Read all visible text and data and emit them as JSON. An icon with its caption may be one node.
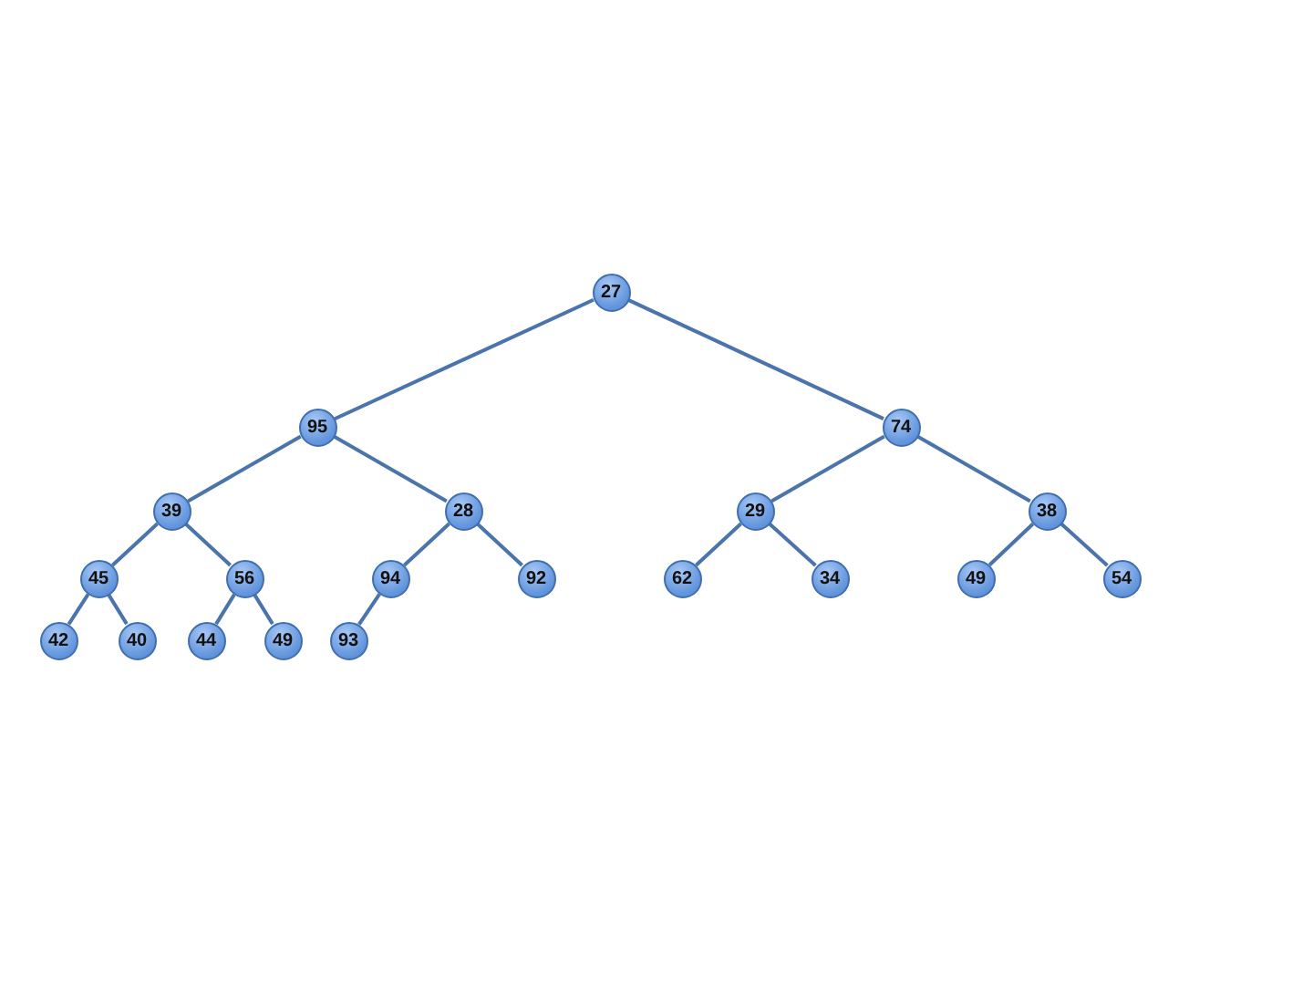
{
  "diagram": {
    "nodes": [
      {
        "text": [
          "27"
        ]
      },
      {
        "text": [
          "95"
        ]
      },
      {
        "text": [
          "74"
        ]
      },
      {
        "text": [
          "39"
        ]
      },
      {
        "text": [
          "28"
        ]
      },
      {
        "text": [
          "29"
        ]
      },
      {
        "text": [
          "38"
        ]
      },
      {
        "text": [
          "45"
        ]
      },
      {
        "text": [
          "56"
        ]
      },
      {
        "text": [
          "94"
        ]
      },
      {
        "text": [
          "92"
        ]
      },
      {
        "text": [
          "62"
        ]
      },
      {
        "text": [
          "34"
        ]
      },
      {
        "text": [
          "49"
        ]
      },
      {
        "text": [
          "54"
        ]
      },
      {
        "text": [
          "42"
        ]
      },
      {
        "text": [
          "40"
        ]
      },
      {
        "text": [
          "44"
        ]
      },
      {
        "text": [
          "49"
        ]
      },
      {
        "text": [
          "93"
        ]
      }
    ],
    "edges": [
      {
        "from": 0,
        "to": 1,
        "arrow": "none"
      },
      {
        "from": 0,
        "to": 2,
        "arrow": "none"
      },
      {
        "from": 1,
        "to": 3,
        "arrow": "none"
      },
      {
        "from": 1,
        "to": 4,
        "arrow": "none"
      },
      {
        "from": 2,
        "to": 5,
        "arrow": "none"
      },
      {
        "from": 2,
        "to": 6,
        "arrow": "none"
      },
      {
        "from": 3,
        "to": 7,
        "arrow": "none"
      },
      {
        "from": 3,
        "to": 8,
        "arrow": "none"
      },
      {
        "from": 4,
        "to": 9,
        "arrow": "none"
      },
      {
        "from": 4,
        "to": 10,
        "arrow": "none"
      },
      {
        "from": 5,
        "to": 11,
        "arrow": "none"
      },
      {
        "from": 5,
        "to": 12,
        "arrow": "none"
      },
      {
        "from": 6,
        "to": 13,
        "arrow": "none"
      },
      {
        "from": 6,
        "to": 14,
        "arrow": "none"
      },
      {
        "from": 7,
        "to": 15,
        "arrow": "none"
      },
      {
        "from": 7,
        "to": 16,
        "arrow": "none"
      },
      {
        "from": 8,
        "to": 17,
        "arrow": "none"
      },
      {
        "from": 8,
        "to": 18,
        "arrow": "none"
      },
      {
        "from": 9,
        "to": 19,
        "arrow": "none"
      }
    ]
  }
}
